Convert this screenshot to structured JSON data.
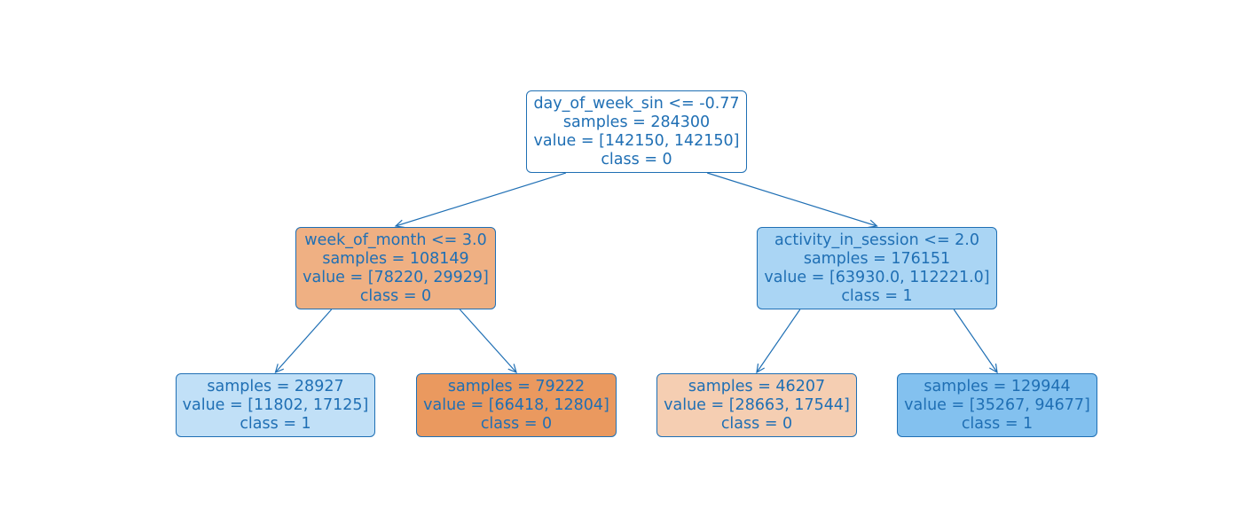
{
  "tree": {
    "nodes": {
      "root": {
        "split": "day_of_week_sin <= -0.77",
        "samples": "samples = 284300",
        "value": "value = [142150, 142150]",
        "class": "class = 0",
        "fill": "#ffffff"
      },
      "left": {
        "split": "week_of_month <= 3.0",
        "samples": "samples = 108149",
        "value": "value = [78220, 29929]",
        "class": "class = 0",
        "fill": "#efb083"
      },
      "right": {
        "split": "activity_in_session <= 2.0",
        "samples": "samples = 176151",
        "value": "value = [63930.0, 112221.0]",
        "class": "class = 1",
        "fill": "#aad5f4"
      },
      "ll": {
        "samples": "samples = 28927",
        "value": "value = [11802, 17125]",
        "class": "class = 1",
        "fill": "#c1e0f7"
      },
      "lr": {
        "samples": "samples = 79222",
        "value": "value = [66418, 12804]",
        "class": "class = 0",
        "fill": "#ea995f"
      },
      "rl": {
        "samples": "samples = 46207",
        "value": "value = [28663, 17544]",
        "class": "class = 0",
        "fill": "#f5ceb2"
      },
      "rr": {
        "samples": "samples = 129944",
        "value": "value = [35267, 94677]",
        "class": "class = 1",
        "fill": "#83c1ef"
      }
    },
    "edges": [
      [
        "root",
        "left"
      ],
      [
        "root",
        "right"
      ],
      [
        "left",
        "ll"
      ],
      [
        "left",
        "lr"
      ],
      [
        "right",
        "rl"
      ],
      [
        "right",
        "rr"
      ]
    ],
    "colors": {
      "text": "#1f6fb4",
      "edge": "#1f6fb4"
    }
  }
}
